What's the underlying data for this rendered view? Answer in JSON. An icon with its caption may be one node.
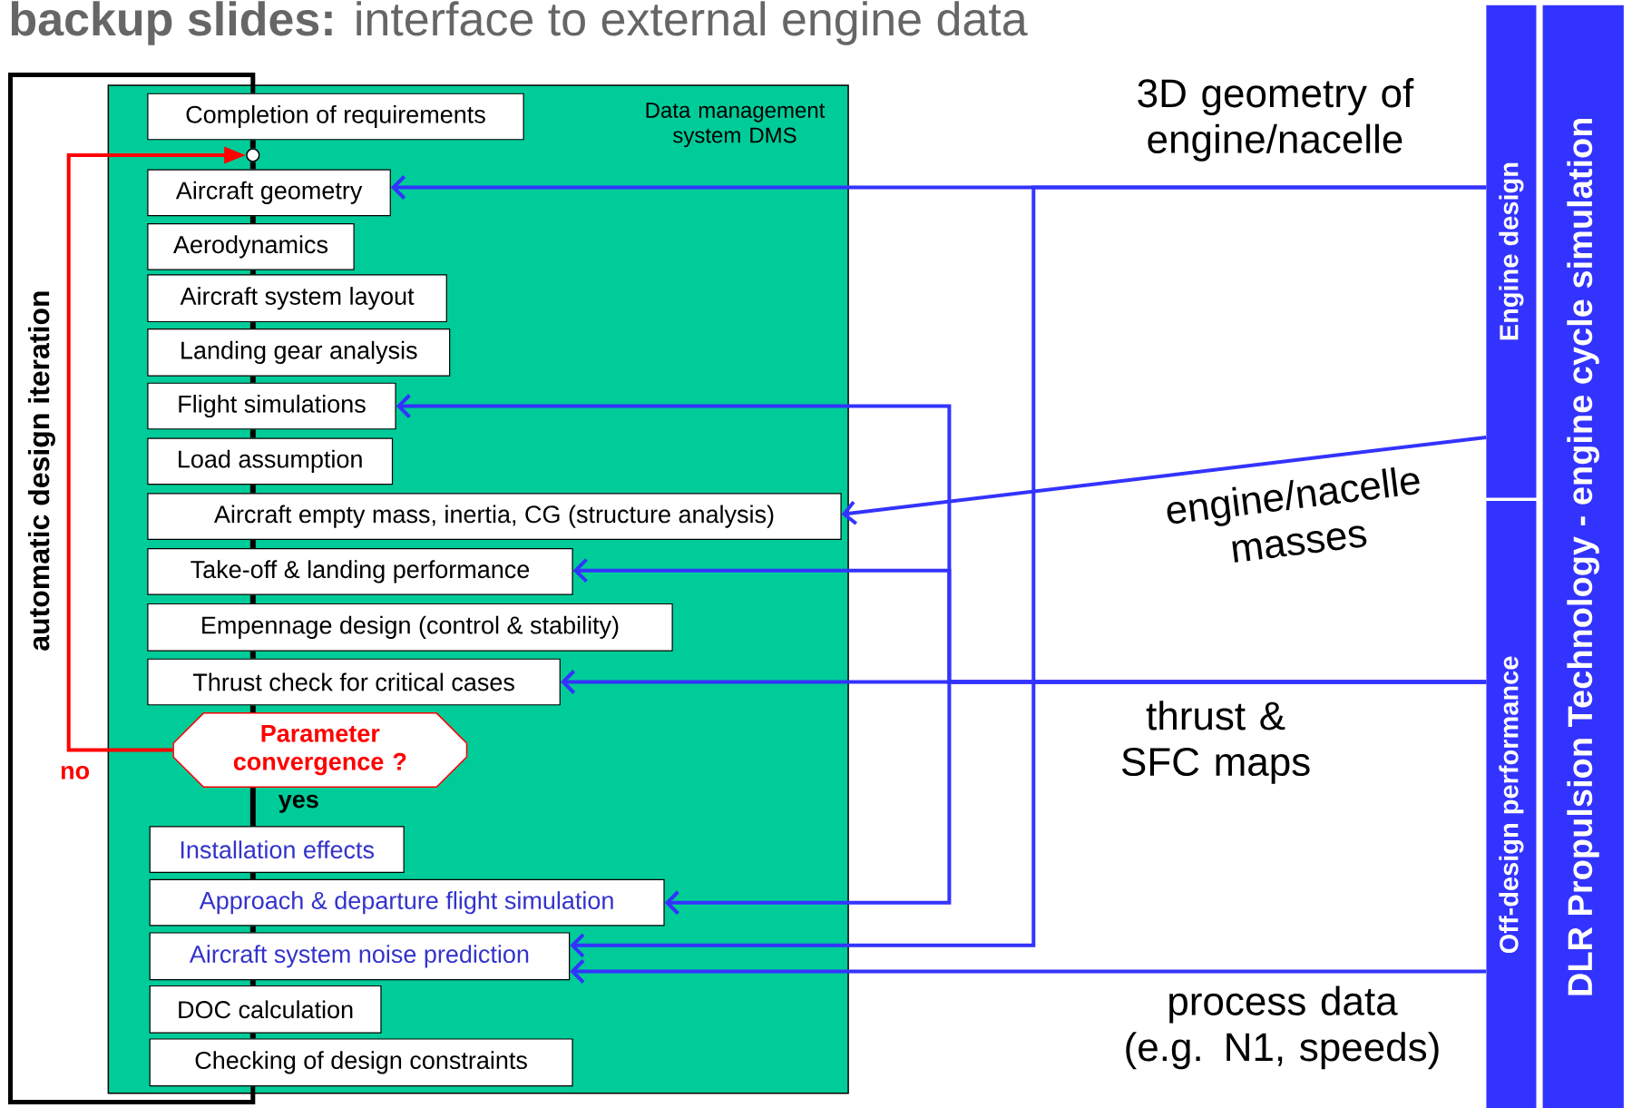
{
  "diagram": {
    "title": "**backup slides:** interface to external engine data",
    "nodes": [
      {
        "text": [
          "Data management system DMS"
        ]
      },
      {
        "text": [
          "Completion of requirements"
        ],
        "in": 0
      },
      {
        "text": [
          "Aircraft geometry"
        ],
        "in": 0
      },
      {
        "text": [
          "Aerodynamics"
        ],
        "in": 0
      },
      {
        "text": [
          "Aircraft system layout"
        ],
        "in": 0
      },
      {
        "text": [
          "Landing gear analysis"
        ],
        "in": 0
      },
      {
        "text": [
          "Flight simulations"
        ],
        "in": 0
      },
      {
        "text": [
          "Load assumption"
        ],
        "in": 0
      },
      {
        "text": [
          "Aircraft empty mass, inertia, CG (structure analysis)"
        ],
        "in": 0
      },
      {
        "text": [
          "Take-off & landing performance"
        ],
        "in": 0
      },
      {
        "text": [
          "Empennage design (control & stability)"
        ],
        "in": 0
      },
      {
        "text": [
          "Thrust check for critical cases"
        ],
        "in": 0
      },
      {
        "text": [
          "Parameter convergence ?"
        ],
        "in": 0
      },
      {
        "text": [
          "Installation effects"
        ],
        "in": 0
      },
      {
        "text": [
          "Approach & departure flight simulation"
        ],
        "in": 0
      },
      {
        "text": [
          "Aircraft system noise prediction"
        ],
        "in": 0
      },
      {
        "text": [
          "DOC calculation"
        ],
        "in": 0
      },
      {
        "text": [
          "Checking of design constraints"
        ],
        "in": 0
      },
      {
        "text": [
          "Engine design"
        ]
      },
      {
        "text": [
          "Off-design performance"
        ]
      },
      {
        "text": [
          "DLR Propulsion Technology - engine cycle simulation"
        ]
      },
      {
        "text": [],
        "shape": "circle",
        "in": 0
      }
    ],
    "edges": [
      {
        "from": 1,
        "to": 21,
        "arrow": "none"
      },
      {
        "from": 21,
        "to": 2,
        "arrow": "none"
      },
      {
        "from": 2,
        "to": 3,
        "arrow": "none"
      },
      {
        "from": 3,
        "to": 4,
        "arrow": "none"
      },
      {
        "from": 4,
        "to": 5,
        "arrow": "none"
      },
      {
        "from": 5,
        "to": 6,
        "arrow": "none"
      },
      {
        "from": 6,
        "to": 7,
        "arrow": "none"
      },
      {
        "from": 7,
        "to": 8,
        "arrow": "none"
      },
      {
        "from": 8,
        "to": 9,
        "arrow": "none"
      },
      {
        "from": 9,
        "to": 10,
        "arrow": "none"
      },
      {
        "from": 10,
        "to": 11,
        "arrow": "none"
      },
      {
        "from": 11,
        "to": 12,
        "arrow": "none"
      },
      {
        "from": 12,
        "to": 13,
        "arrow": "none",
        "label": "yes"
      },
      {
        "from": 13,
        "to": 14,
        "arrow": "none"
      },
      {
        "from": 14,
        "to": 15,
        "arrow": "none"
      },
      {
        "from": 15,
        "to": 16,
        "arrow": "none"
      },
      {
        "from": 16,
        "to": 17,
        "arrow": "none"
      },
      {
        "from": 17,
        "to": 1,
        "arrow": "none"
      },
      {
        "from": 12,
        "to": 21,
        "arrow": "to",
        "color": "#ff0000",
        "label": "no"
      },
      {
        "from": 18,
        "to": 2,
        "arrow": "to",
        "color": "#3333ff",
        "label": "3D geometry of engine/nacelle"
      },
      {
        "from": 18,
        "to": 15,
        "arrow": "to",
        "color": "#3333ff"
      },
      {
        "from": 18,
        "to": 8,
        "arrow": "to",
        "color": "#3333ff",
        "label": "engine/nacelle masses"
      },
      {
        "from": 19,
        "to": 6,
        "arrow": "to",
        "color": "#3333ff"
      },
      {
        "from": 19,
        "to": 9,
        "arrow": "to",
        "color": "#3333ff"
      },
      {
        "from": 19,
        "to": 11,
        "arrow": "to",
        "color": "#3333ff",
        "label": "thrust & SFC maps"
      },
      {
        "from": 19,
        "to": 14,
        "arrow": "to",
        "color": "#3333ff"
      },
      {
        "from": 19,
        "to": 15,
        "arrow": "to",
        "color": "#3333ff",
        "label": "process data (e.g. N1, speeds)"
      }
    ],
    "labels": [
      "automatic design iteration"
    ]
  }
}
